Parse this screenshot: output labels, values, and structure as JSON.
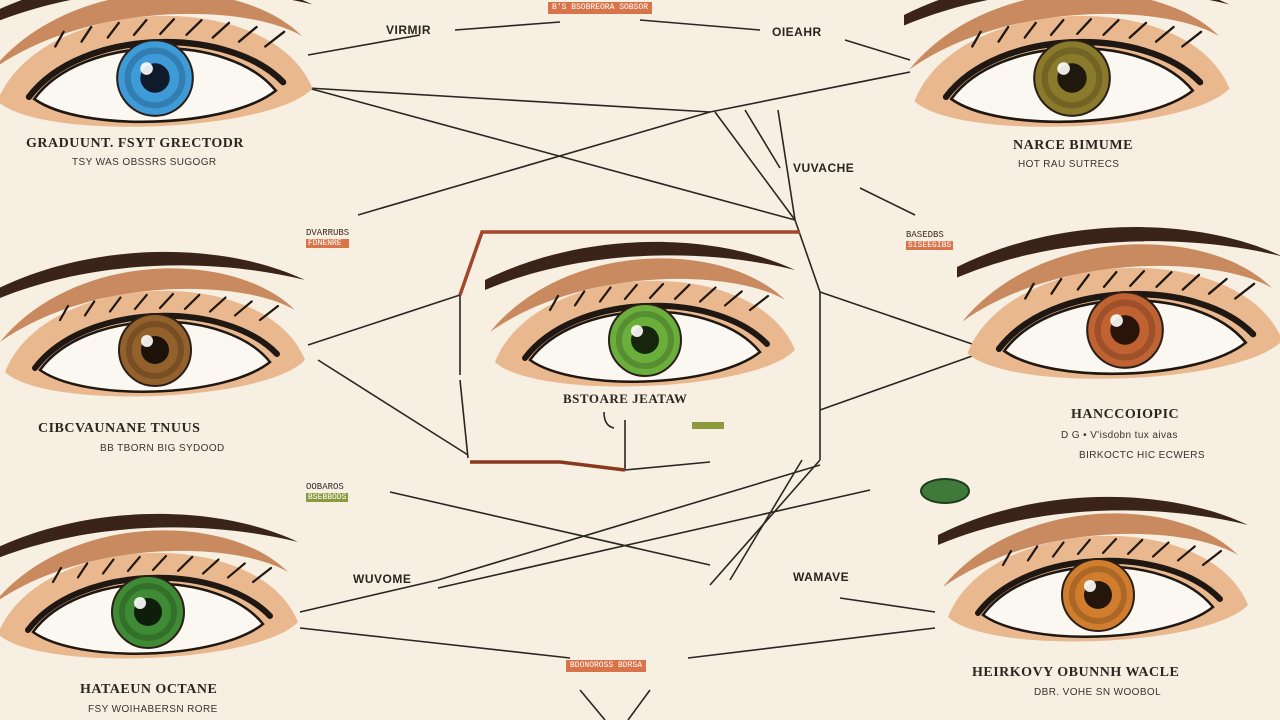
{
  "eyes": [
    {
      "title": "GRADUUNT. FSYT GRECTODR",
      "sub": "TSY WAS OBSSRS SUGOGR",
      "iris": "#3f9ad8",
      "pupil": "#0f1b2a"
    },
    {
      "title": "NARCE BIMUME",
      "sub": "HOT RAU SUTRECS",
      "iris": "#8a7a2c",
      "pupil": "#1f180c"
    },
    {
      "title": "CIBCVAUNANE TNUUS",
      "sub": "BB TBORN BIG SYDOOD",
      "iris": "#93612c",
      "pupil": "#1c1209"
    },
    {
      "title": "BSTOARE JEATAW",
      "sub": "",
      "iris": "#6aae3c",
      "pupil": "#16260c"
    },
    {
      "title": "HANCCOIOPIC",
      "sub": "D G • V'isdobn tux aivas",
      "sub2": "BIRKOCTC HIC ECWERS",
      "iris": "#c06232",
      "pupil": "#2a140a"
    },
    {
      "title": "HATAEUN OCTANE",
      "sub": "FSY WOIHABERSN RORE",
      "iris": "#3f8a34",
      "pupil": "#0f1e0b"
    },
    {
      "title": "HEIRKOVY OBUNNH WACLE",
      "sub": "DBR. VOHE SN WOOBOL",
      "iris": "#d07e2e",
      "pupil": "#24160a"
    }
  ],
  "connectors": [
    "VIRMIR",
    "OIEAHR",
    "VUVACHE",
    "WUVOME",
    "WAMAVE"
  ],
  "tags": [
    {
      "text": "DVARRUBS",
      "bar": "FDNENRE"
    },
    {
      "text": "BASEDBS",
      "bar": "SISEEGIBS"
    },
    {
      "text": "OOBAROS",
      "bar": "BSEBBODS"
    }
  ],
  "top_chip": "B'S BSOBREORA SOBSOR",
  "bottom_chip": "BDONOROSS BDRSA",
  "colors": {
    "background": "#f6efe2",
    "line": "#2b2622",
    "accent_orange": "#d9744a",
    "accent_olive": "#8a9a3c",
    "accent_green": "#3f7a3a"
  }
}
